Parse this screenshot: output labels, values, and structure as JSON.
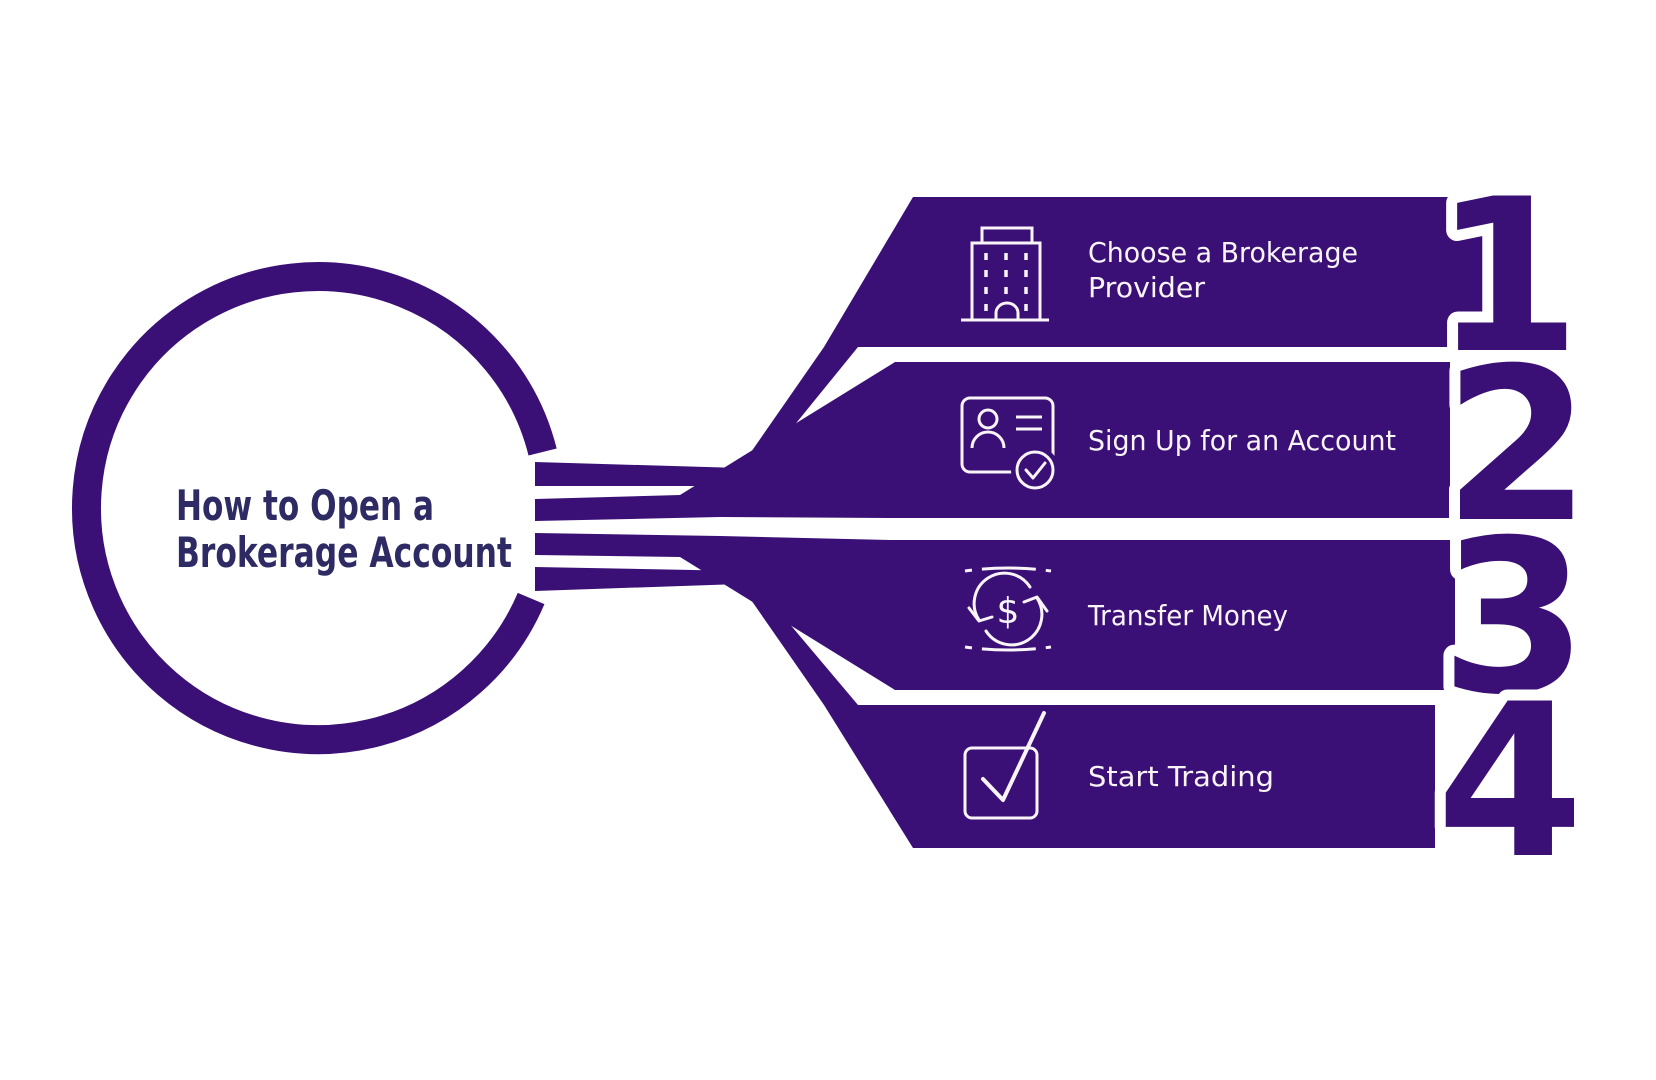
{
  "title": {
    "line1": "How to Open a",
    "line2": "Brokerage Account"
  },
  "steps": [
    {
      "number": "1",
      "icon": "building-icon",
      "label_line1": "Choose a Brokerage",
      "label_line2": "Provider"
    },
    {
      "number": "2",
      "icon": "id-card-icon",
      "label_line1": "Sign Up for an Account"
    },
    {
      "number": "3",
      "icon": "money-transfer-icon",
      "label_line1": "Transfer Money"
    },
    {
      "number": "4",
      "icon": "check-square-icon",
      "label_line1": "Start Trading"
    }
  ],
  "icon_glyphs": {
    "dollar": "$"
  },
  "colors": {
    "purple": "#3B1076",
    "title_text": "#2E2A63",
    "label_text": "#F8F4F8",
    "background": "#FFFFFF"
  }
}
